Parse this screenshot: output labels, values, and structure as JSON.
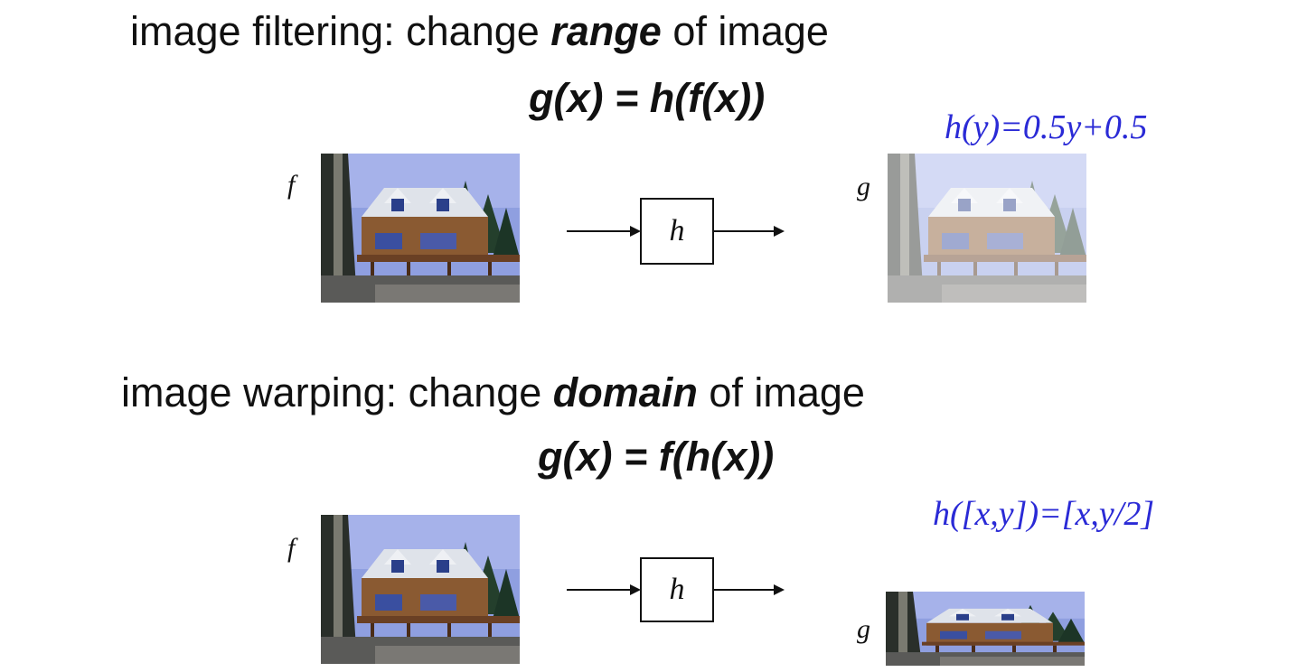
{
  "section1": {
    "heading_prefix": "image filtering: change ",
    "heading_emph": "range",
    "heading_suffix": " of image",
    "formula": "g(x) = h(f(x))",
    "h_def": "h(y)=0.5y+0.5",
    "input_label": "f",
    "box_label": "h",
    "output_label": "g"
  },
  "section2": {
    "heading_prefix": "image warping: change ",
    "heading_emph": "domain",
    "heading_suffix": " of image",
    "formula": "g(x) = f(h(x))",
    "h_def": "h([x,y])=[x,y/2]",
    "input_label": "f",
    "box_label": "h",
    "output_label": "g"
  },
  "colors": {
    "accent_blue": "#2a2ad6"
  }
}
